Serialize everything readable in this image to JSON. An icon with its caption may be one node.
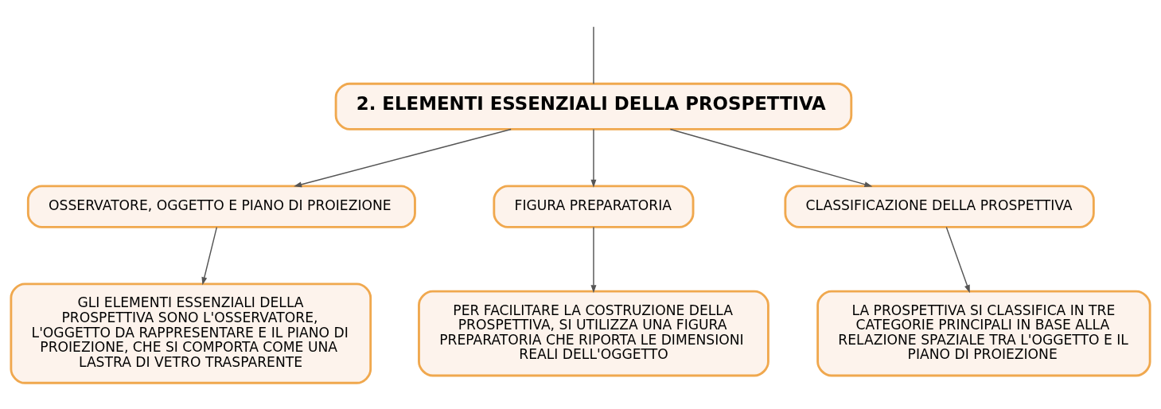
{
  "diagram": {
    "nodes": [
      {
        "text": [
          "2. ELEMENTI ESSENZIALI DELLA PROSPETTIVA"
        ]
      },
      {
        "text": [
          "OSSERVATORE, OGGETTO E PIANO DI PROIEZIONE"
        ]
      },
      {
        "text": [
          "FIGURA PREPARATORIA"
        ]
      },
      {
        "text": [
          "CLASSIFICAZIONE DELLA PROSPETTIVA"
        ]
      },
      {
        "text": [
          "GLI ELEMENTI ESSENZIALI DELLA PROSPETTIVA SONO L'OSSERVATORE, L'OGGETTO DA RAPPRESENTARE E IL PIANO DI PROIEZIONE, CHE SI COMPORTA COME UNA LASTRA DI VETRO TRASPARENTE"
        ]
      },
      {
        "text": [
          "PER FACILITARE LA COSTRUZIONE DELLA PROSPETTIVA, SI UTILIZZA UNA FIGURA PREPARATORIA CHE RIPORTA LE DIMENSIONI REALI DELL'OGGETTO"
        ]
      },
      {
        "text": [
          "LA PROSPETTIVA SI CLASSIFICA IN TRE CATEGORIE PRINCIPALI IN BASE ALLA RELAZIONE SPAZIALE TRA L'OGGETTO E IL PIANO DI PROIEZIONE"
        ]
      }
    ],
    "edges": [
      {
        "from": null,
        "to": 0,
        "arrow": "none"
      },
      {
        "from": 0,
        "to": 1,
        "arrow": "to"
      },
      {
        "from": 0,
        "to": 2,
        "arrow": "to"
      },
      {
        "from": 0,
        "to": 3,
        "arrow": "to"
      },
      {
        "from": 1,
        "to": 4,
        "arrow": "to"
      },
      {
        "from": 2,
        "to": 5,
        "arrow": "to"
      },
      {
        "from": 3,
        "to": 6,
        "arrow": "to"
      }
    ]
  }
}
